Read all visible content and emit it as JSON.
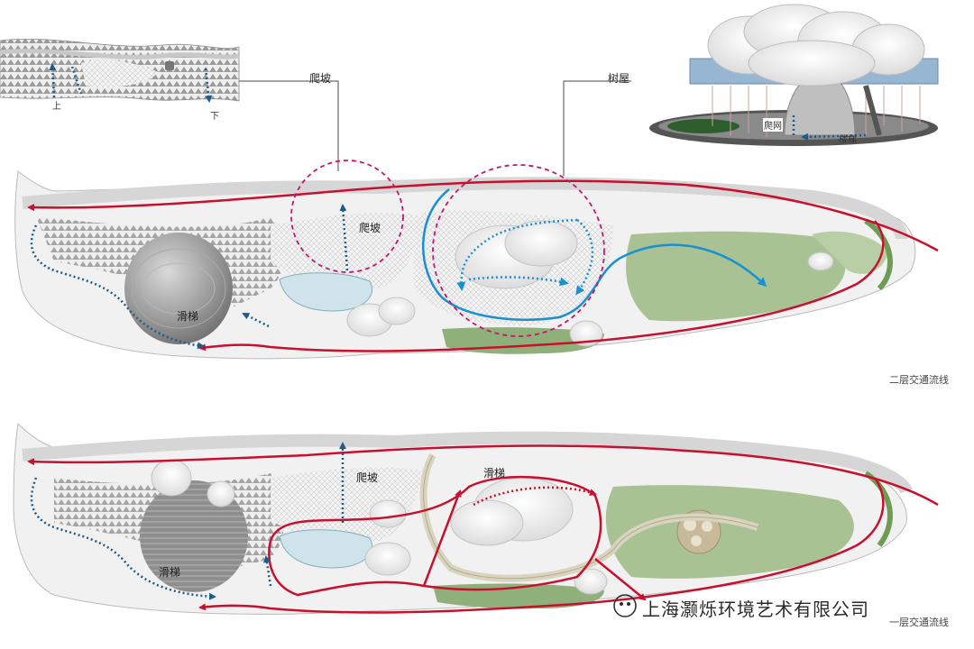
{
  "callouts": {
    "climb": "爬坡",
    "treehouse": "树屋"
  },
  "inset_left": {
    "up": "上",
    "down": "下"
  },
  "inset_right": {
    "net": "爬网",
    "stairs": "楼梯"
  },
  "upper_plan": {
    "climb": "爬坡",
    "slide": "滑梯",
    "caption": "二层交通流线"
  },
  "lower_plan": {
    "climb": "爬坡",
    "slide_top": "滑梯",
    "slide_left": "滑梯",
    "caption": "一层交通流线"
  },
  "watermark": {
    "text": "上海灏烁环境艺术有限公司"
  },
  "colors": {
    "red_route": "#c8102e",
    "blue_route": "#1a8fd1",
    "navy_dotted": "#1c5b8c",
    "magenta_circle": "#c2186b",
    "green_area": "#9bb784"
  }
}
